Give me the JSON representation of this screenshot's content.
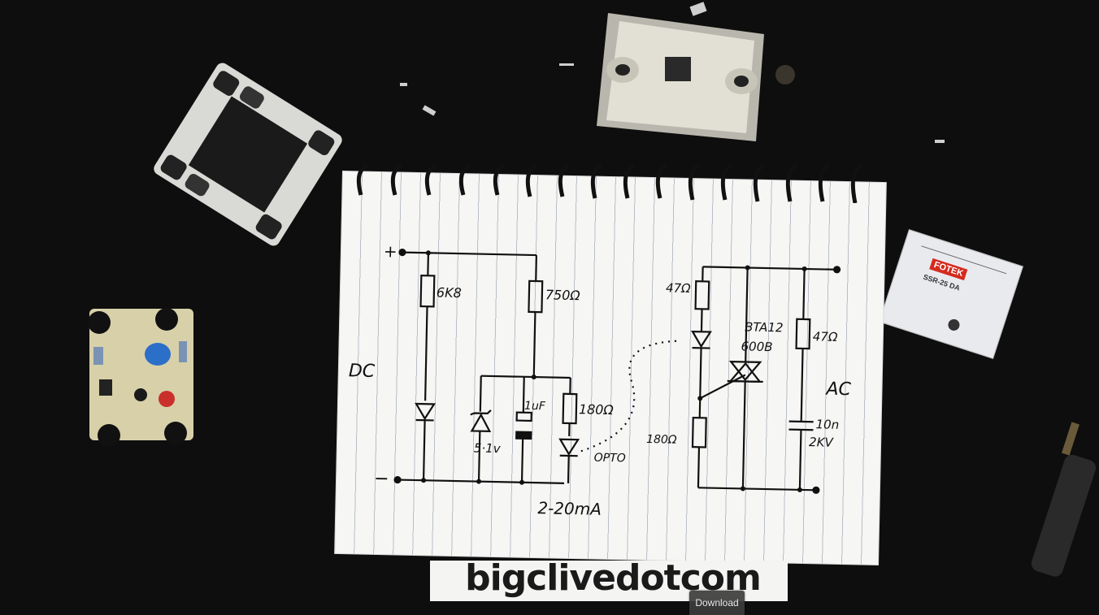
{
  "schematic": {
    "plus": "+",
    "minus": "−",
    "dc": "DC",
    "ac": "AC",
    "r_6k8": "6K8",
    "r_750": "750Ω",
    "zener": "5·1v",
    "cap_1uf": "1uF",
    "r_180_dc": "180Ω",
    "opto_label": "OPTO",
    "range": "2-20mA",
    "r_47_ac": "47Ω",
    "triac_part": "BTA12",
    "triac_rating": "600B",
    "r_47_snub": "47Ω",
    "cap_snub": "10n",
    "cap_snub_voltage": "2KV",
    "r_180_ac": "180Ω"
  },
  "ssr_label": {
    "brand": "FOTEK",
    "model": "SSR-25 DA"
  },
  "watermark": "bigclivedotcom",
  "download_button": "Download",
  "colors": {
    "background": "#0e0e0e",
    "paper": "#f6f6f4",
    "ink": "#111111",
    "ssr_red": "#d52a1e",
    "pcb": "#d8d0a8"
  }
}
